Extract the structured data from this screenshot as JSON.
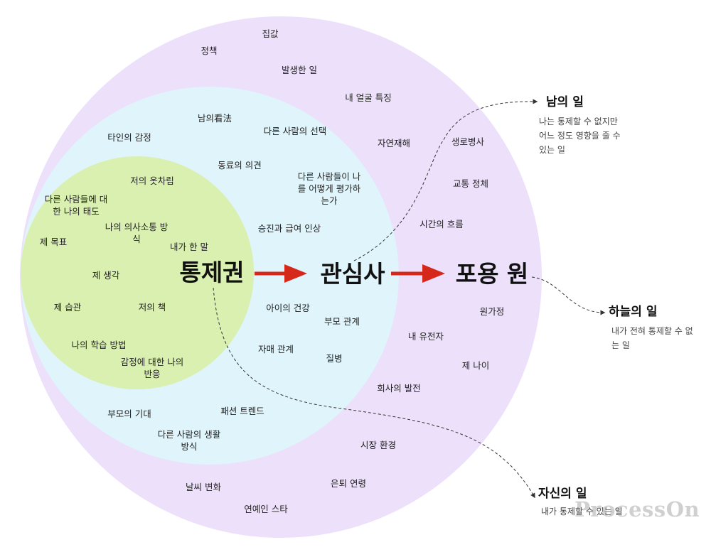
{
  "circles": {
    "outer_color": "#ece0fb",
    "middle_color": "#dff4fb",
    "inner_color": "#daf0b0",
    "arrow_color": "#d5281b"
  },
  "zones": {
    "control": "통제권",
    "concern": "관심사",
    "acceptance": "포용 원"
  },
  "outer_items": [
    "집값",
    "정책",
    "발생한 일",
    "내 얼굴 특징",
    "자연재해",
    "생로병사",
    "교통 정체",
    "시간의 흐름",
    "원가정",
    "내 유전자",
    "제 나이",
    "회사의 발전",
    "시장 환경",
    "은퇴 연령",
    "연예인 스타",
    "날씨 변화"
  ],
  "middle_items": [
    "남의看法",
    "다른 사람의 선택",
    "타인의 감정",
    "동료의 의견",
    "다른 사람들이 나\n를 어떻게 평가하\n는가",
    "승진과 급여 인상",
    "아이의 건강",
    "부모 관계",
    "자매 관계",
    "질병",
    "패션 트렌드",
    "부모의 기대",
    "다른 사람의 생활\n방식"
  ],
  "inner_items": [
    "저의 옷차림",
    "다른 사람들에 대\n한 나의 태도",
    "나의 의사소통 방\n식",
    "제 목표",
    "내가 한 말",
    "제 생각",
    "제 습관",
    "저의 책",
    "나의 학습 방법",
    "감정에 대한 나의\n반응"
  ],
  "notes": [
    {
      "title": "남의 일",
      "desc": "나는 통제할 수 없지만 어느 정도 영향을 줄 수 있는 일"
    },
    {
      "title": "하늘의 일",
      "desc": "내가 전혀 통제할 수 없는 일"
    },
    {
      "title": "자신의 일",
      "desc": "내가 통제할 수 있는 일"
    }
  ],
  "watermark": "ProcessOn"
}
